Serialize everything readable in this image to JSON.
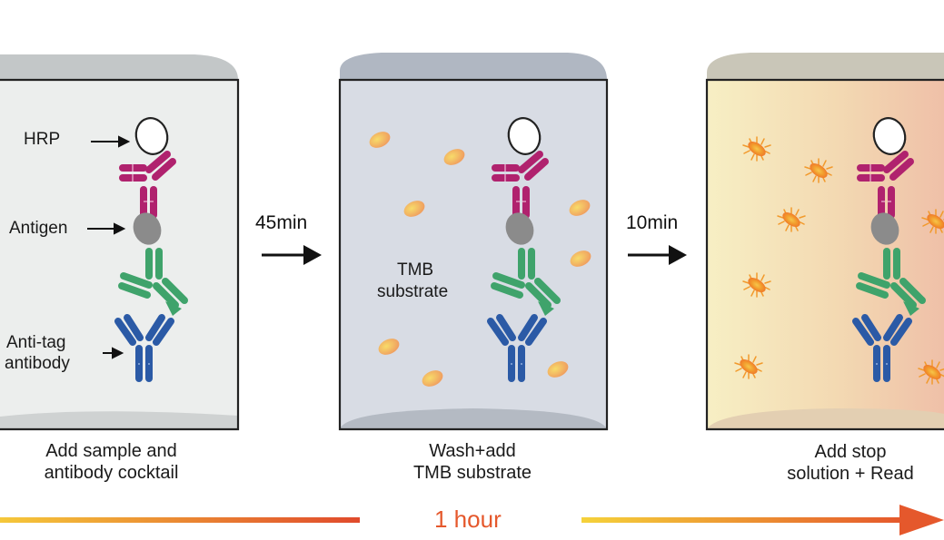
{
  "panels": [
    {
      "caption_line1": "Add sample and",
      "caption_line2": "antibody cocktail",
      "labels": {
        "hrp": "HRP",
        "antigen": "Antigen",
        "antitag_line1": "Anti-tag",
        "antitag_line2": "antibody"
      }
    },
    {
      "caption_line1": "Wash+add",
      "caption_line2": "TMB substrate",
      "substrate_line1": "TMB",
      "substrate_line2": "substrate"
    },
    {
      "caption_line1": "Add stop",
      "caption_line2": "solution + Read"
    }
  ],
  "steps": [
    {
      "duration": "45min"
    },
    {
      "duration": "10min"
    }
  ],
  "timeline": {
    "total": "1 hour"
  },
  "colors": {
    "hrp_antibody": "#b0226e",
    "capture_antibody": "#3fa36b",
    "antitag_antibody": "#2b5aa6",
    "antigen": "#8a8a8a",
    "timeline_start": "#f5c83a",
    "timeline_end": "#e5582c"
  }
}
